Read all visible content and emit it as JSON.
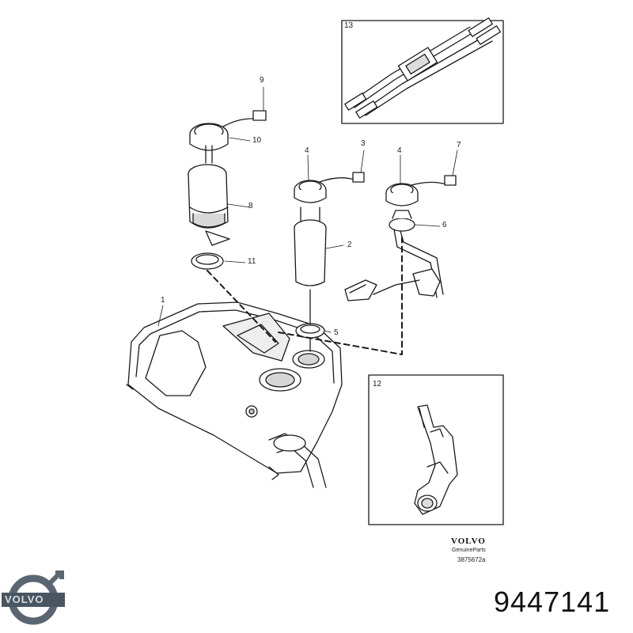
{
  "callouts": {
    "c1": "1",
    "c2": "2",
    "c3": "3",
    "c4a": "4",
    "c4b": "4",
    "c5": "5",
    "c6": "6",
    "c7": "7",
    "c8": "8",
    "c9": "9",
    "c10": "10",
    "c11": "11"
  },
  "insets": {
    "wiring": "13",
    "bracket": "12"
  },
  "brand": {
    "name": "VOLVO",
    "genuine": "GenuineParts",
    "drawing_code": "3875672a"
  },
  "logo": {
    "word": "VOLVO"
  },
  "part_number": "9447141",
  "colors": {
    "line": "#1a1a1a",
    "fill": "#ffffff",
    "shade": "#cfcfcf",
    "logo_steel": "#4a5562"
  }
}
